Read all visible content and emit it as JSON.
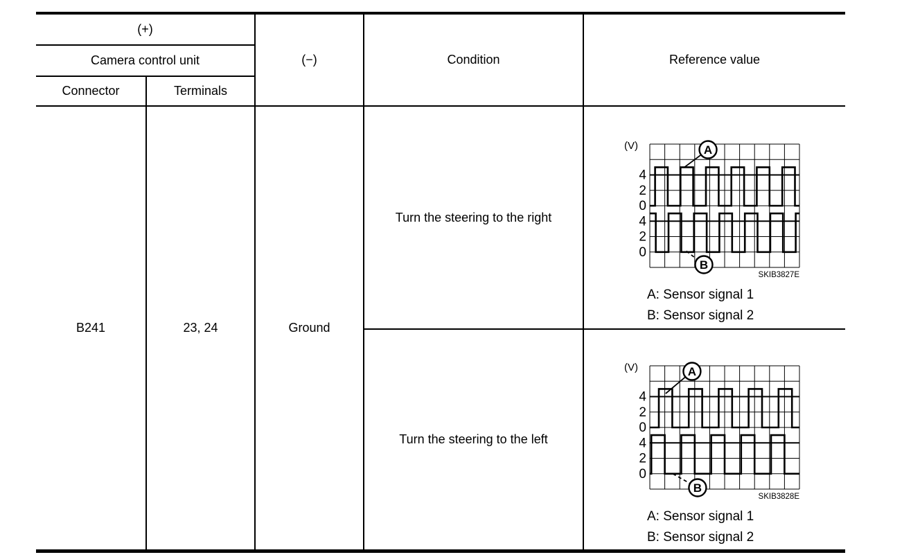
{
  "table": {
    "header": {
      "plus": "(+)",
      "unit": "Camera control unit",
      "connector": "Connector",
      "terminals": "Terminals",
      "minus": "(−)",
      "condition": "Condition",
      "reference": "Reference value"
    },
    "row": {
      "connector": "B241",
      "terminals": "23, 24",
      "minus": "Ground",
      "conditions": [
        "Turn the steering to the right",
        "Turn the steering to the left"
      ]
    }
  },
  "chart_data": [
    {
      "type": "line",
      "subtype": "oscilloscope-square-wave",
      "id_label": "SKIB3827E",
      "unit_label": "(V)",
      "condition": "Turn the steering to the right",
      "grid": {
        "cols": 10,
        "rows": 8,
        "volts_per_div": 2,
        "grid_on": true
      },
      "tick_rows": [
        2,
        3,
        4,
        5,
        6,
        7
      ],
      "tick_labels": [
        "4",
        "2",
        "0",
        "4",
        "2",
        "0"
      ],
      "traces": [
        {
          "name": "A",
          "low_v": 0,
          "high_v": 5,
          "baseline_row": 4,
          "period_div": 1.7,
          "high_div": 0.85,
          "first_rise_div": 0.35
        },
        {
          "name": "B",
          "low_v": 0,
          "high_v": 5,
          "baseline_row": 7,
          "period_div": 1.7,
          "high_div": 0.85,
          "first_rise_div": -0.45
        }
      ],
      "annotations": [
        {
          "label": "A",
          "cx_div": 3.89,
          "cy_row": 0.36,
          "target_x_div": 2.27,
          "target_y_row": 1.53,
          "leader": "solid"
        },
        {
          "label": "B",
          "cx_div": 3.61,
          "cy_row": 7.82,
          "target_x_div": 2.36,
          "target_y_row": 6.88,
          "leader": "dashed"
        }
      ],
      "captions": [
        "A: Sensor signal 1",
        "B: Sensor signal 2"
      ]
    },
    {
      "type": "line",
      "subtype": "oscilloscope-square-wave",
      "id_label": "SKIB3828E",
      "unit_label": "(V)",
      "condition": "Turn the steering to the left",
      "grid": {
        "cols": 10,
        "rows": 8,
        "volts_per_div": 2,
        "grid_on": true
      },
      "tick_rows": [
        2,
        3,
        4,
        5,
        6,
        7
      ],
      "tick_labels": [
        "4",
        "2",
        "0",
        "4",
        "2",
        "0"
      ],
      "traces": [
        {
          "name": "A",
          "low_v": 0,
          "high_v": 5,
          "baseline_row": 4,
          "period_div": 2.0,
          "high_div": 0.9,
          "first_rise_div": 0.6
        },
        {
          "name": "B",
          "low_v": 0,
          "high_v": 5,
          "baseline_row": 7,
          "period_div": 2.0,
          "high_div": 0.9,
          "first_rise_div": 0.1
        }
      ],
      "annotations": [
        {
          "label": "A",
          "cx_div": 2.82,
          "cy_row": 0.36,
          "target_x_div": 1.06,
          "target_y_row": 1.8,
          "leader": "solid"
        },
        {
          "label": "B",
          "cx_div": 3.19,
          "cy_row": 7.91,
          "target_x_div": 1.53,
          "target_y_row": 7.0,
          "leader": "dashed"
        }
      ],
      "captions": [
        "A: Sensor signal 1",
        "B: Sensor signal 2"
      ]
    }
  ]
}
